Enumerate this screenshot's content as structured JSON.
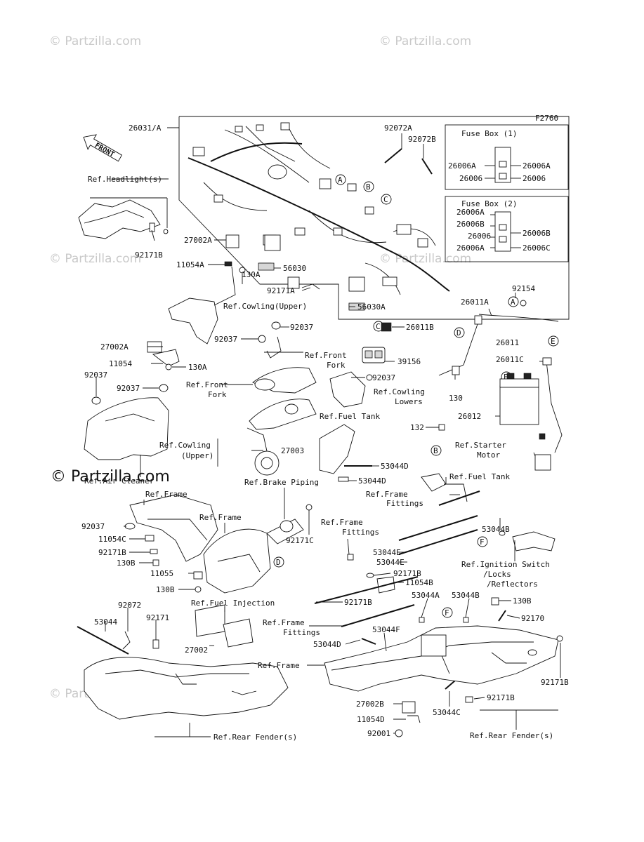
{
  "watermarks": [
    "© Partzilla.com",
    "© Partzilla.com",
    "© Partzilla.com",
    "© Partzilla.com",
    "© Partzilla.com",
    "© Partzilla.com"
  ],
  "figure_code": "F2760",
  "front_label": "FRONT",
  "fuse_box_1": {
    "title": "Fuse Box (1)",
    "left": [
      "26006A",
      "26006"
    ],
    "right": [
      "26006A",
      "26006"
    ]
  },
  "fuse_box_2": {
    "title": "Fuse Box (2)",
    "left": [
      "26006A",
      "26006B",
      "26006",
      "26006A"
    ],
    "right": [
      "26006B",
      "26006C"
    ]
  },
  "callouts": [
    "A",
    "B",
    "C",
    "D",
    "E",
    "F"
  ],
  "labels": [
    "26031/A",
    "92072A",
    "92072B",
    "Ref.Headlight(s)",
    "92171B",
    "27002A",
    "11054A",
    "130A",
    "56030",
    "92171A",
    "Ref.Cowling(Upper)",
    "56030A",
    "92154",
    "26011A",
    "26011B",
    "92037",
    "92037",
    "Ref.Front",
    "Fork",
    "27002A",
    "11054",
    "130A",
    "39156",
    "26011",
    "26011C",
    "92037",
    "Ref.Front",
    "Fork",
    "92037",
    "Ref.Cowling",
    "Lowers",
    "92037",
    "130",
    "26012",
    "Ref.Fuel Tank",
    "132",
    "Ref.Cowling",
    "(Upper)",
    "27003",
    "Ref.Starter",
    "Motor",
    "53044D",
    "53044D",
    "Ref.Air Cleaner",
    "Ref.Brake Piping",
    "Ref.Fuel Tank",
    "Ref.Frame",
    "Ref.Frame",
    "Fittings",
    "92037",
    "11054C",
    "92171B",
    "130B",
    "11055",
    "130B",
    "Ref.Frame",
    "92171C",
    "Ref.Frame",
    "Fittings",
    "53044B",
    "53044E",
    "53044E",
    "Ref.Ignition Switch",
    "/Locks",
    "/Reflectors",
    "92171B",
    "11054B",
    "Ref.Fuel Injection",
    "92072",
    "92171",
    "53044",
    "92171B",
    "53044A",
    "53044B",
    "130B",
    "92170",
    "Ref.Frame",
    "Fittings",
    "53044F",
    "53044D",
    "27002",
    "Ref.Frame",
    "92171B",
    "27002B",
    "11054D",
    "53044C",
    "92171B",
    "92001",
    "Ref.Rear Fender(s)",
    "Ref.Rear Fender(s)"
  ]
}
